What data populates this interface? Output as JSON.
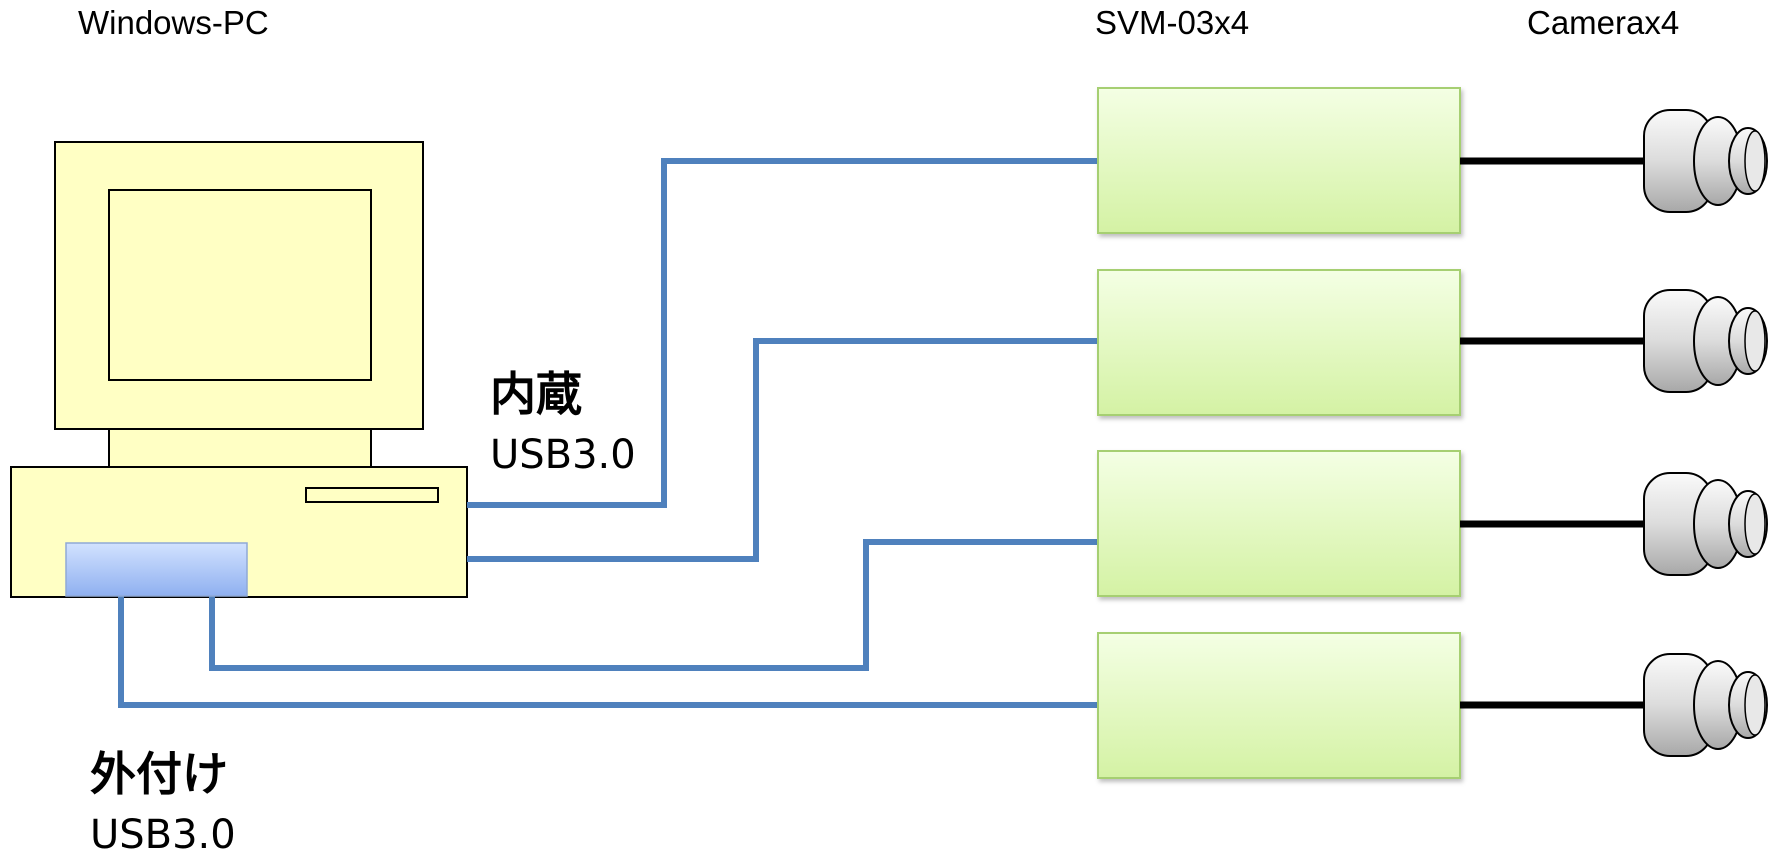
{
  "headers": {
    "pc": "Windows-PC",
    "svm": "SVM-03x4",
    "camera": "Camerax4"
  },
  "internal": {
    "label": "内蔵",
    "usb": "USB3.0"
  },
  "external": {
    "label": "外付け",
    "usb": "USB3.0"
  },
  "colors": {
    "pc_body": "#FFFFC4",
    "usb_hub_top": "#D2E2FF",
    "usb_hub_bottom": "#8FB0F0",
    "svm_box_top": "#F4FFE4",
    "svm_box_bottom": "#D4F2A4",
    "svm_box_border": "#A6CF72",
    "cable_usb": "#4F81BD",
    "cable_camera": "#000000",
    "camera_body": "#D8D8D8"
  },
  "icons": [
    "windows-pc-icon",
    "usb-hub-icon",
    "svm-unit-icon",
    "camera-icon"
  ]
}
